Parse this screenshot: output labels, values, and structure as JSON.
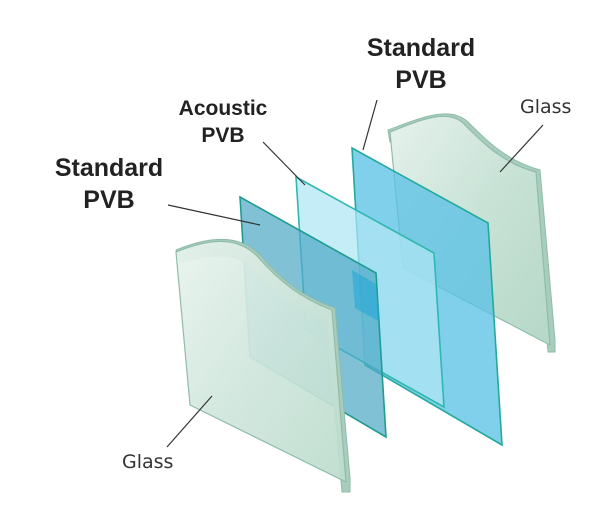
{
  "labels": {
    "standard_pvb_back": {
      "line1": "Standard",
      "line2": "PVB"
    },
    "acoustic_pvb": {
      "line1": "Acoustic",
      "line2": "PVB"
    },
    "standard_pvb_front": {
      "line1": "Standard",
      "line2": "PVB"
    },
    "glass_back": "Glass",
    "glass_front": "Glass"
  },
  "colors": {
    "glass_fill": "#cfe6dc",
    "glass_edge": "#9fc7b5",
    "acoustic_fill": "#9fe0f2",
    "acoustic_edge": "#2fb8b0",
    "standard_back_fill": "#5cc2e6",
    "standard_back_edge": "#22aa9c",
    "standard_front_fill": "#5eb5cf",
    "standard_front_edge": "#1f9c8f",
    "leader_line": "#333333"
  }
}
